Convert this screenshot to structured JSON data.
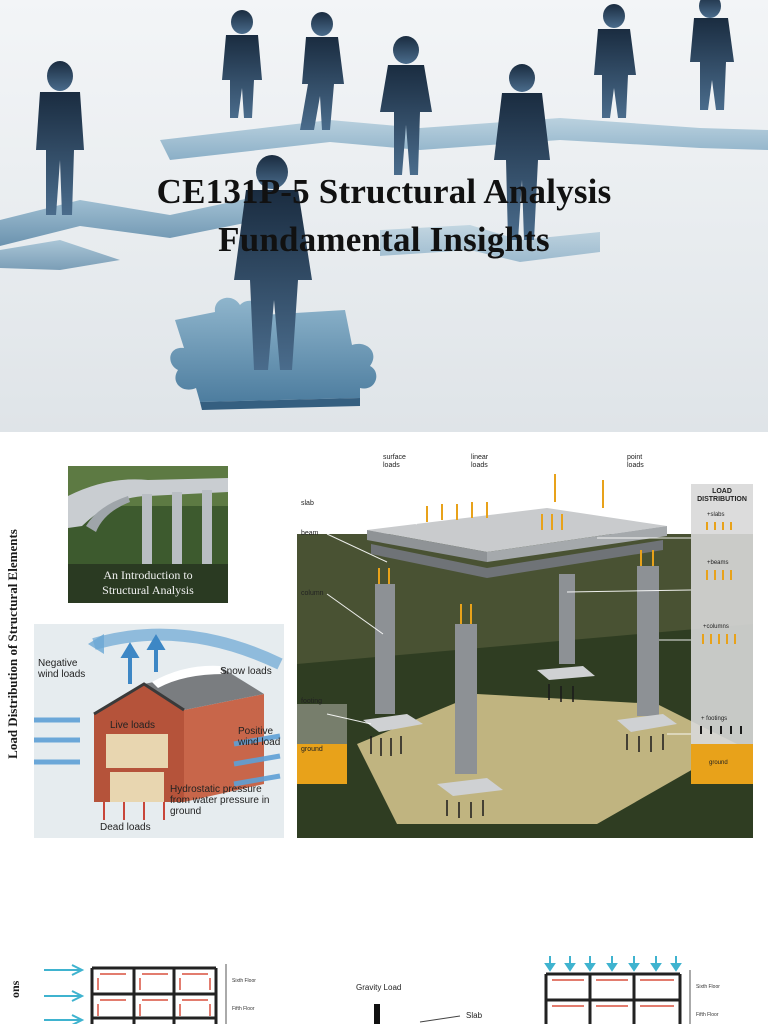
{
  "slide1": {
    "title_line1": "CE131P-5 Structural Analysis",
    "title_line2": "Fundamental Insights"
  },
  "slide2": {
    "side_title": "Load Distribution of Structural Elements",
    "book": {
      "cover_line1": "An Introduction to",
      "cover_line2": "Structural Analysis"
    },
    "house": {
      "negative_wind": "Negative wind loads",
      "snow": "Snow loads",
      "live": "Live loads",
      "positive_wind": "Positive wind load",
      "hydrostatic": "Hydrostatic pressure from water pressure in ground",
      "dead": "Dead loads"
    },
    "frame": {
      "surface_loads": "surface loads",
      "linear_loads": "linear loads",
      "point_loads": "point loads",
      "slab": "slab",
      "beam": "beam",
      "column": "column",
      "footing": "footing",
      "ground": "ground",
      "panel_title": "LOAD DISTRIBUTION",
      "panel_slabs": "+slabs",
      "panel_beams": "+beams",
      "panel_columns": "+columns",
      "panel_footings": "+ footings",
      "panel_ground": "ground"
    }
  },
  "slide3": {
    "side_fragment": "ons",
    "gravity_load": "Gravity Load",
    "slab": "Slab",
    "left_floor1": "Sixth Floor",
    "left_floor2": "Fifth Floor",
    "right_floor1": "Sixth Floor",
    "right_floor2": "Fifth Floor"
  },
  "colors": {
    "accent_orange": "#e8a21a",
    "puzzle_blue": "#5b8fb0",
    "load_arrow_red": "#d9503f",
    "wind_arrow_cyan": "#3fb3cf"
  }
}
